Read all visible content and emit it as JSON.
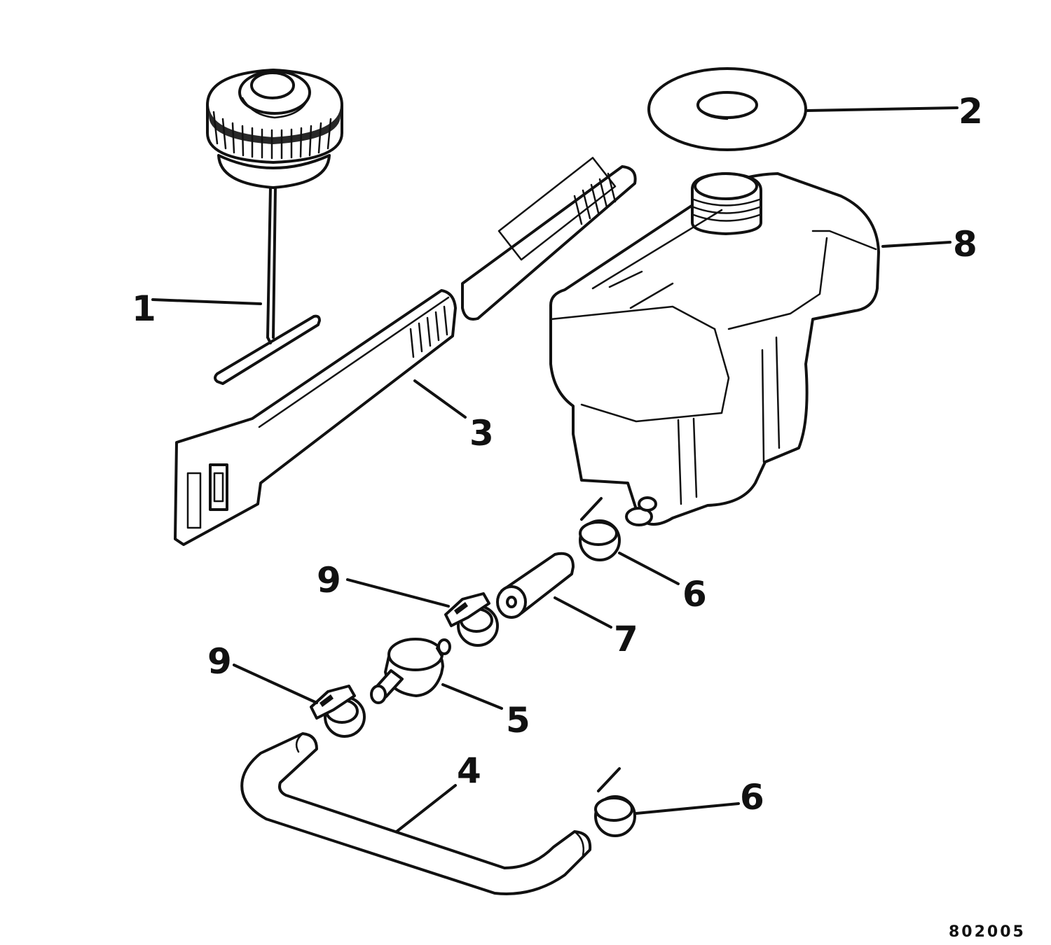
{
  "callouts": {
    "fuel_cap_dipstick": "1",
    "gasket_washer": "2",
    "mounting_strap": "3",
    "fuel_hose": "4",
    "fuel_filter": "5",
    "clamp_upper": "6",
    "clamp_lower": "6",
    "hose_short": "7",
    "hose_clamp_upper": "9",
    "hose_clamp_lower": "9",
    "fuel_tank": "8"
  },
  "figure_id": "802005",
  "colors": {
    "ink": "#111111",
    "paper": "#ffffff"
  }
}
